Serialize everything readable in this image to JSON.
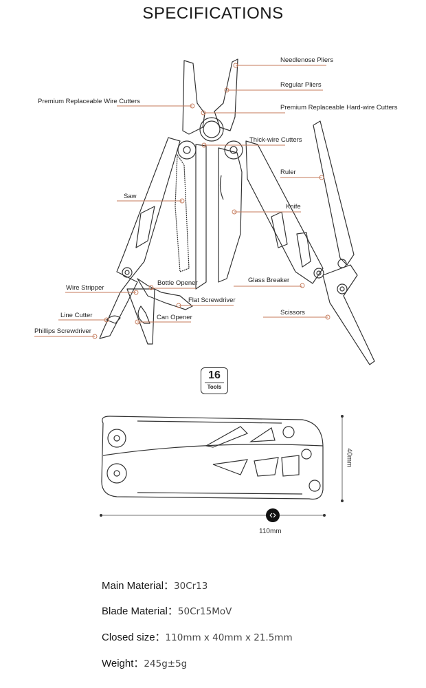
{
  "title": "SPECIFICATIONS",
  "labels": {
    "needlenose_pliers": "Needlenose Pliers",
    "regular_pliers": "Regular Pliers",
    "wire_cutters": "Premium Replaceable Wire Cutters",
    "hardwire_cutters": "Premium Replaceable Hard-wire Cutters",
    "thick_wire_cutters": "Thick-wire Cutters",
    "ruler": "Ruler",
    "saw": "Saw",
    "knife": "Knife",
    "bottle_opener": "Bottle Opener",
    "wire_stripper": "Wire Stripper",
    "glass_breaker": "Glass Breaker",
    "flat_screwdriver": "Flat Screwdriver",
    "line_cutter": "Line Cutter",
    "can_opener": "Can Opener",
    "scissors": "Scissors",
    "phillips_screwdriver": "Phillips Screwdriver"
  },
  "badge": {
    "count": "16",
    "unit": "Tools"
  },
  "dimensions": {
    "height": "40mm",
    "width": "110mm"
  },
  "specs": [
    {
      "label": "Main Material：",
      "value": "30Cr13"
    },
    {
      "label": "Blade Material：",
      "value": "50Cr15MoV"
    },
    {
      "label": "Closed size：",
      "value": "110mm x 40mm x 21.5mm"
    },
    {
      "label": "Weight：",
      "value": "245g±5g"
    }
  ],
  "colors": {
    "leader": "#c47a5a",
    "ink": "#333333"
  }
}
